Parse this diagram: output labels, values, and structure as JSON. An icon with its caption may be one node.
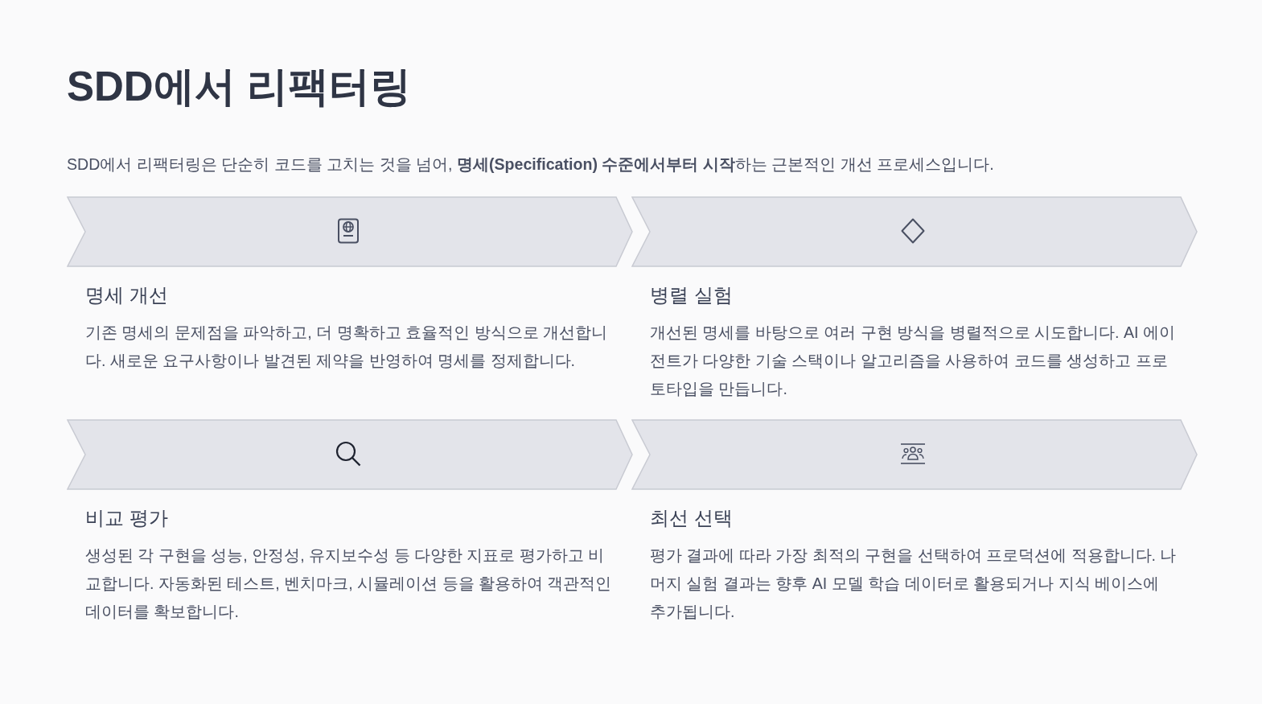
{
  "diagram": {
    "title": "SDD에서 리팩터링",
    "nodes": [
      {
        "text": [
          "명세 개선",
          "기존 명세의 문제점을 파악하고, 더 명확하고 효율적인 방식으로 개선합니다. 새로운 요구사항이나 발견된 제약을 반영하여 명세를 정제합니다."
        ]
      },
      {
        "text": [
          "병렬 실험",
          "개선된 명세를 바탕으로 여러 구현 방식을 병렬적으로 시도합니다. AI 에이전트가 다양한 기술 스택이나 알고리즘을 사용하여 코드를 생성하고 프로토타입을 만듭니다."
        ]
      },
      {
        "text": [
          "비교 평가",
          "생성된 각 구현을 성능, 안정성, 유지보수성 등 다양한 지표로 평가하고 비교합니다. 자동화된 테스트, 벤치마크, 시뮬레이션 등을 활용하여 객관적인 데이터를 확보합니다."
        ]
      },
      {
        "text": [
          "최선 선택",
          "평가 결과에 따라 가장 최적의 구현을 선택하여 프로덕션에 적용합니다. 나머지 실험 결과는 향후 AI 모델 학습 데이터로 활용되거나 지식 베이스에 추가됩니다."
        ]
      }
    ],
    "labels": [
      "SDD에서 리팩터링은 단순히 코드를 고치는 것을 넘어, **명세(Specification) 수준에서부터 시작**하는 근본적인 개선 프로세스입니다."
    ]
  }
}
